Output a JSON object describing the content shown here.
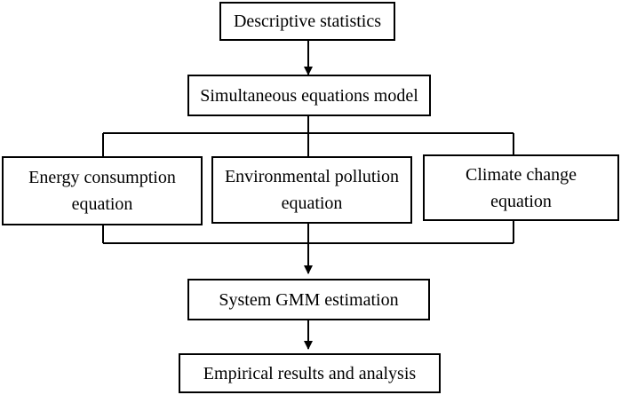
{
  "boxes": {
    "descriptive_statistics": "Descriptive statistics",
    "simultaneous_model": "Simultaneous equations model",
    "energy_consumption": [
      "Energy consumption",
      "equation"
    ],
    "environmental_pollution": [
      "Environmental pollution",
      "equation"
    ],
    "climate_change": [
      "Climate change",
      "equation"
    ],
    "system_gmm": "System GMM estimation",
    "empirical_results": "Empirical results and analysis"
  }
}
